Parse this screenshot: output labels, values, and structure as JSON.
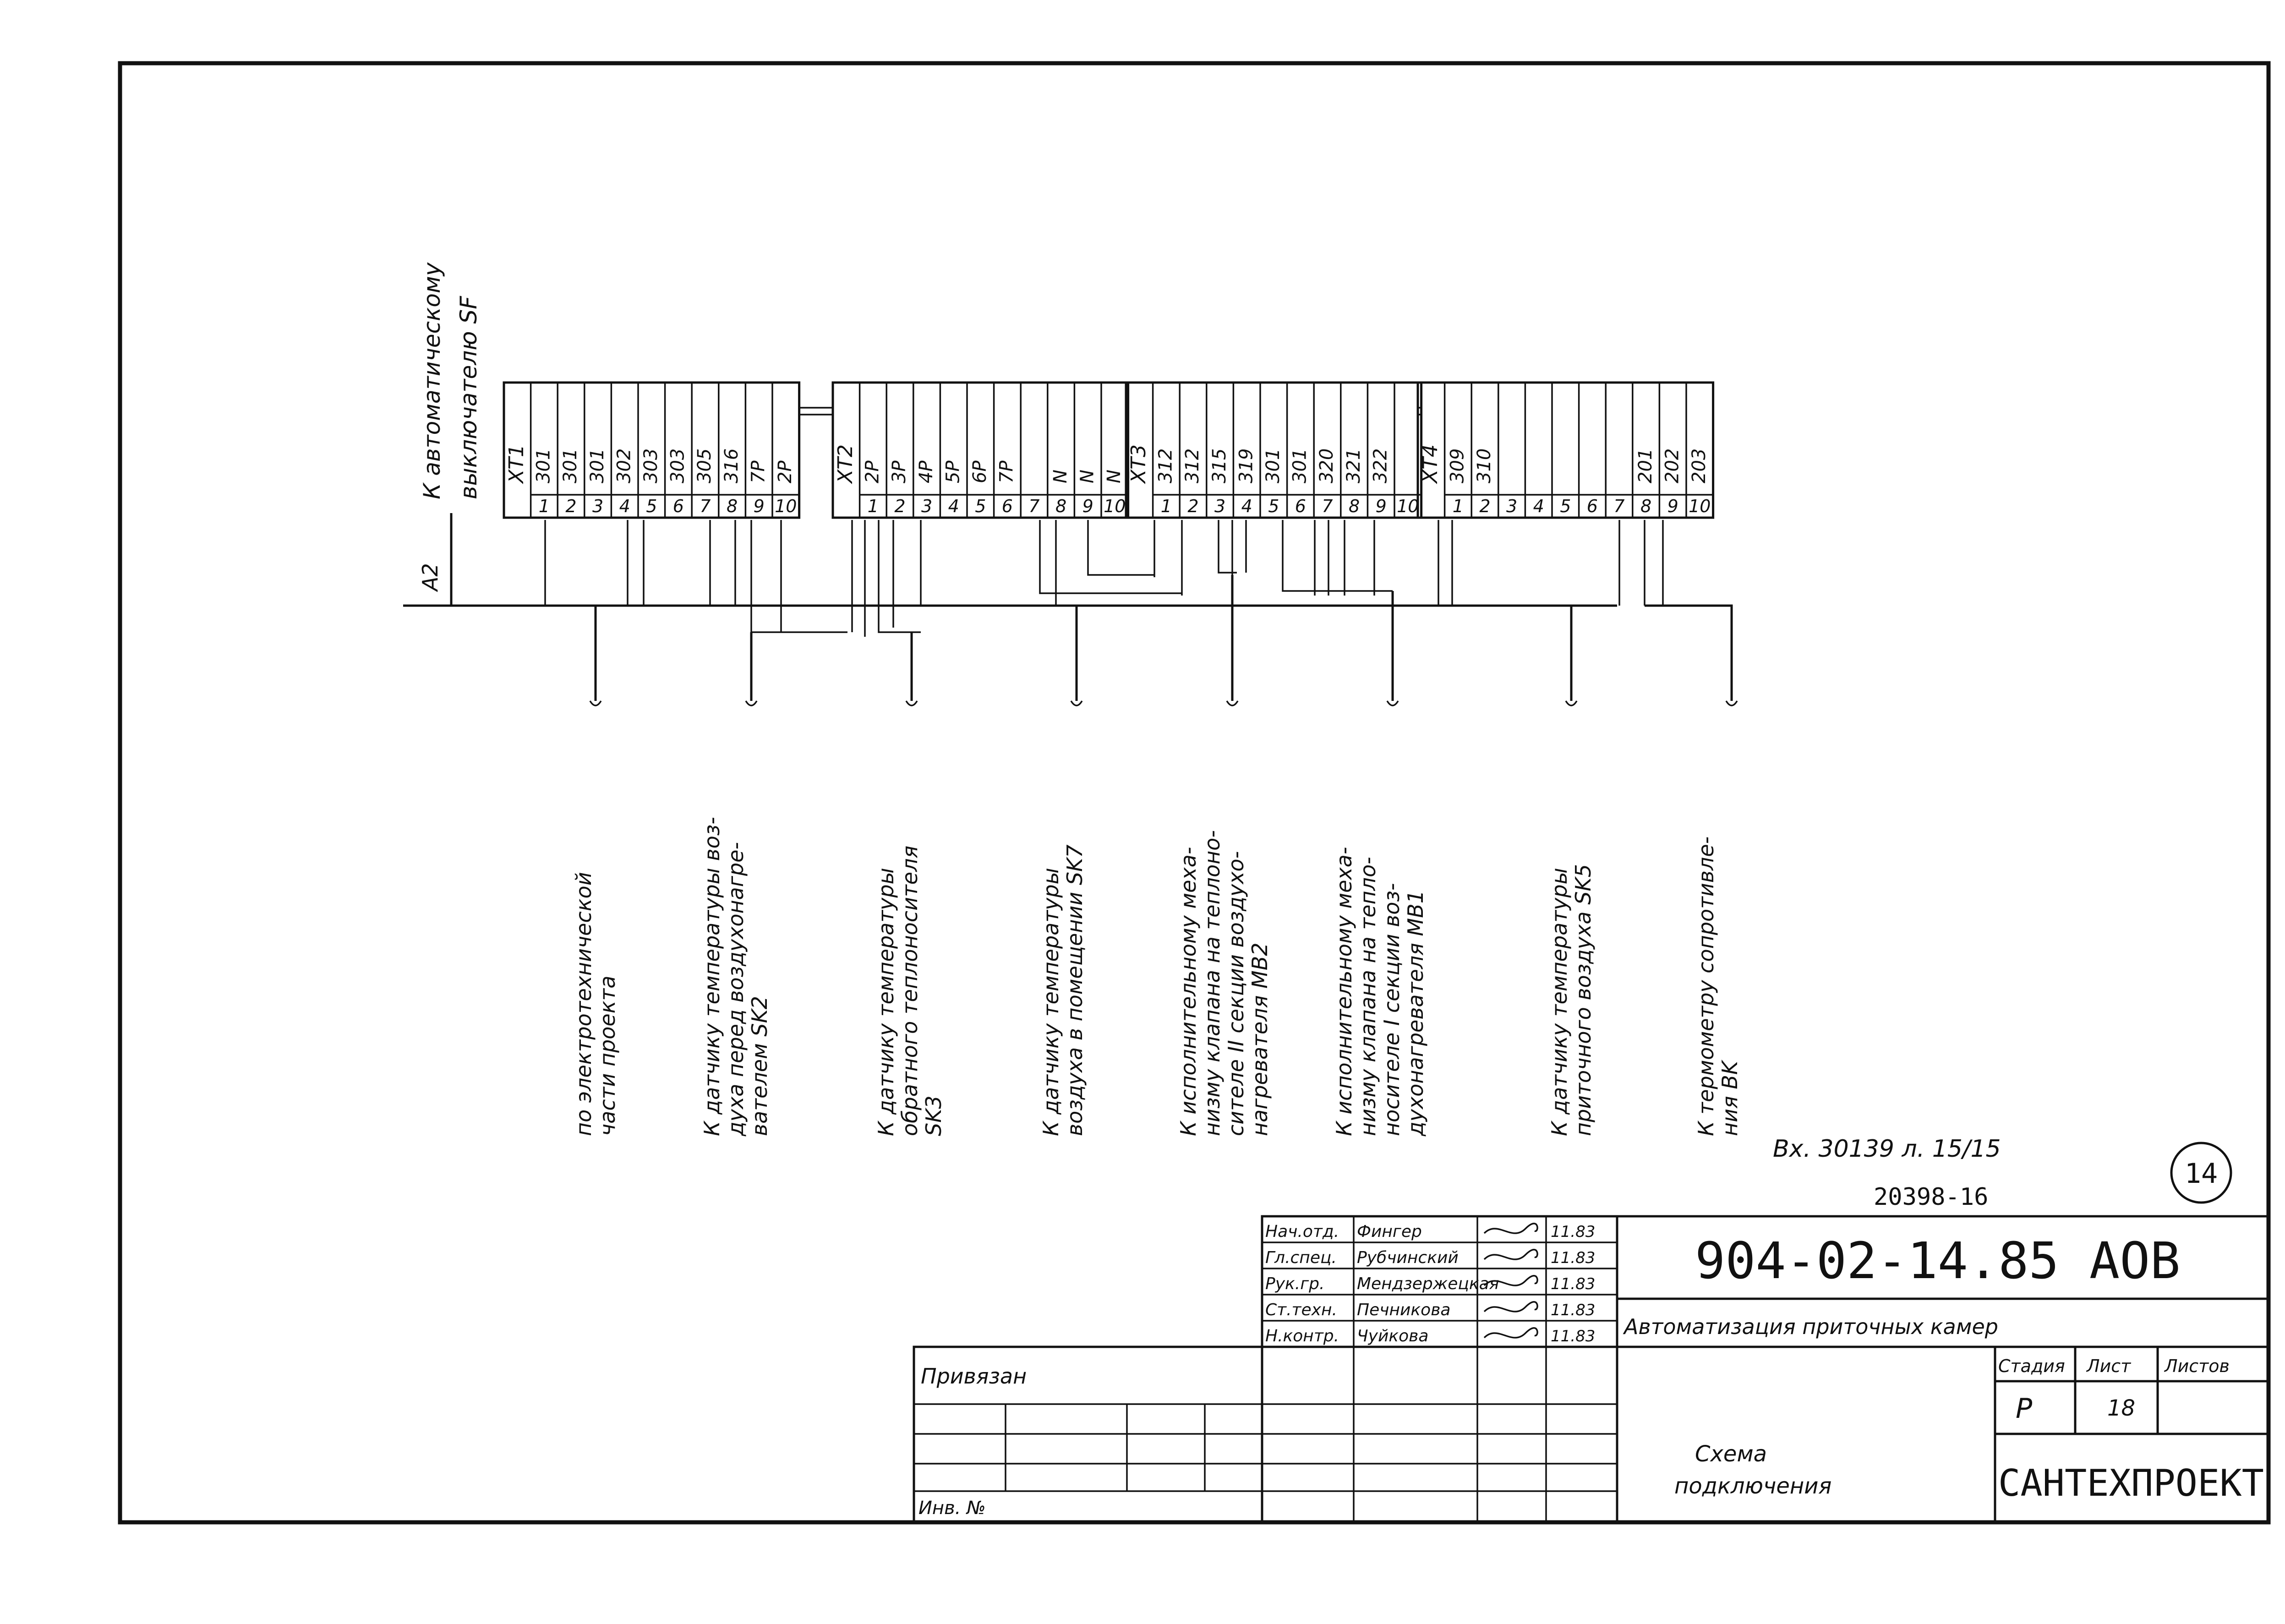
{
  "header_note": {
    "line1": "К автоматическому",
    "line2": "выключателю SF"
  },
  "bus_label": "A2",
  "terminal_blocks": [
    {
      "id": "XT1",
      "wires": [
        "301",
        "301",
        "301",
        "302",
        "303",
        "303",
        "305",
        "316",
        "7P",
        "2P"
      ],
      "numbers": [
        "1",
        "2",
        "3",
        "4",
        "5",
        "6",
        "7",
        "8",
        "9",
        "10"
      ]
    },
    {
      "id": "XT2",
      "wires": [
        "2P",
        "3P",
        "4P",
        "5P",
        "6P",
        "7P",
        "",
        "N",
        "N",
        "N"
      ],
      "numbers": [
        "1",
        "2",
        "3",
        "4",
        "5",
        "6",
        "7",
        "8",
        "9",
        "10"
      ]
    },
    {
      "id": "XT3",
      "wires": [
        "312",
        "312",
        "315",
        "319",
        "301",
        "301",
        "320",
        "321",
        "322",
        ""
      ],
      "numbers": [
        "1",
        "2",
        "3",
        "4",
        "5",
        "6",
        "7",
        "8",
        "9",
        "10"
      ]
    },
    {
      "id": "XT4",
      "wires": [
        "309",
        "310",
        "",
        "",
        "",
        "",
        "",
        "201",
        "202",
        "203"
      ],
      "numbers": [
        "1",
        "2",
        "3",
        "4",
        "5",
        "6",
        "7",
        "8",
        "9",
        "10"
      ]
    }
  ],
  "destinations": [
    {
      "lines": [
        "по электротехнической",
        "части проекта"
      ]
    },
    {
      "lines": [
        "К датчику температуры воз-",
        "духа перед воздухонагре-",
        "вателем SK2"
      ]
    },
    {
      "lines": [
        "К датчику температуры",
        "обратного теплоносителя",
        "SK3"
      ]
    },
    {
      "lines": [
        "К датчику температуры",
        "воздуха в помещении SK7"
      ]
    },
    {
      "lines": [
        "К исполнительному меха-",
        "низму клапана на теплоно-",
        "сителе II секции воздухо-",
        "нагревателя MB2"
      ]
    },
    {
      "lines": [
        "К исполнительному меха-",
        "низму клапана на теплo-",
        "носителе I секции воз-",
        "духонагревателя MB1"
      ]
    },
    {
      "lines": [
        "К датчику температуры",
        "приточного воздуха SK5"
      ]
    },
    {
      "lines": [
        "К термометру сопротивле-",
        "ния BK"
      ]
    }
  ],
  "handwritten_ref": "Вх. 30139 л. 15/15",
  "sheet_code": "20398-16",
  "page_circle": "14",
  "title_block": {
    "designation": "904-02-14.85 АОВ",
    "project": "Автоматизация приточных камер",
    "sheet_title_1": "Схема",
    "sheet_title_2": "подключения",
    "stage_header": "Стадия",
    "sheet_header": "Лист",
    "sheets_header": "Листов",
    "stage": "Р",
    "sheet": "18",
    "sheets": "",
    "organization": "САНТЕХПРОЕКТ",
    "bound_label": "Привязан",
    "inv_label": "Инв. №",
    "signatures": [
      {
        "role": "Нач.отд.",
        "name": "Фингер",
        "date": "11.83"
      },
      {
        "role": "Гл.спец.",
        "name": "Рубчинский",
        "date": "11.83"
      },
      {
        "role": "Рук.гр.",
        "name": "Мендзержецкая",
        "date": "11.83"
      },
      {
        "role": "Ст.техн.",
        "name": "Печникова",
        "date": "11.83"
      },
      {
        "role": "Н.контр.",
        "name": "Чуйкова",
        "date": "11.83"
      }
    ]
  }
}
